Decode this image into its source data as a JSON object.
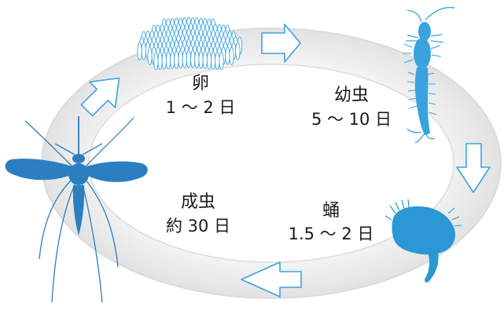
{
  "stages": {
    "egg": {
      "name": "卵",
      "duration": "1 ～ 2 日"
    },
    "larva": {
      "name": "幼虫",
      "duration": "5 ～ 10 日"
    },
    "pupa": {
      "name": "蛹",
      "duration": "1.5 ～ 2 日"
    },
    "adult": {
      "name": "成虫",
      "duration": "約 30 日"
    }
  },
  "colors": {
    "silhouette": "#2b7fc1",
    "larva": "#3aa3df",
    "pupa": "#2b97d4",
    "egg_fill": "#ffffff",
    "egg_stroke": "#3aa3df",
    "arrow_stroke": "#3aa3df",
    "ring_fill": "#ededed",
    "ring_edge": "#d8d8d8"
  },
  "icons": {
    "egg": "egg-raft-icon",
    "larva": "larva-icon",
    "pupa": "pupa-icon",
    "adult": "adult-mosquito-icon",
    "arrow": "hollow-arrow-icon"
  }
}
